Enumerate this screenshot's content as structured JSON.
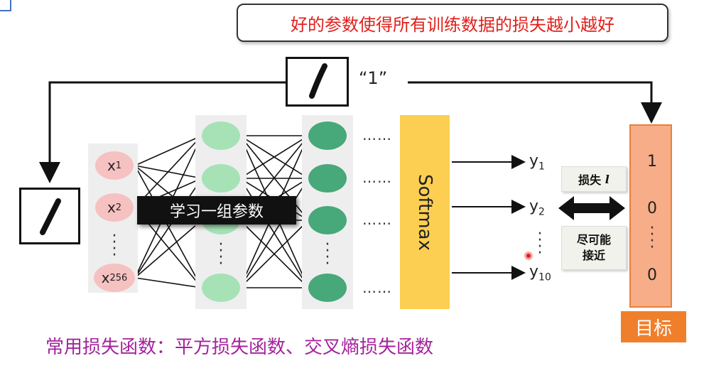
{
  "header": {
    "note": "好的参数使得所有训练数据的损失越小越好"
  },
  "sample": {
    "label": "“1”"
  },
  "input_layer": {
    "nodes": [
      {
        "base": "x",
        "sub": "1"
      },
      {
        "base": "x",
        "sub": "2"
      },
      {
        "base": "x",
        "sub": "256"
      }
    ]
  },
  "network": {
    "param_label": "学习一组参数",
    "ellipsis": "……",
    "softmax": "Softmax"
  },
  "outputs": [
    {
      "base": "y",
      "sub": "1"
    },
    {
      "base": "y",
      "sub": "2"
    },
    {
      "base": "y",
      "sub": "10"
    }
  ],
  "loss": {
    "title": "损失",
    "symbol": "l",
    "note": "尽可能\n接近"
  },
  "target": {
    "values": [
      "1",
      "0",
      "0"
    ],
    "label": "目标"
  },
  "footer": {
    "text": "常用损失函数：平方损失函数、交叉熵损失函数"
  },
  "colors": {
    "accent_red": "#e0201b",
    "softmax": "#fccf52",
    "target": "#f7ad87",
    "target_label": "#f07f2c",
    "footer": "#a4239d"
  }
}
